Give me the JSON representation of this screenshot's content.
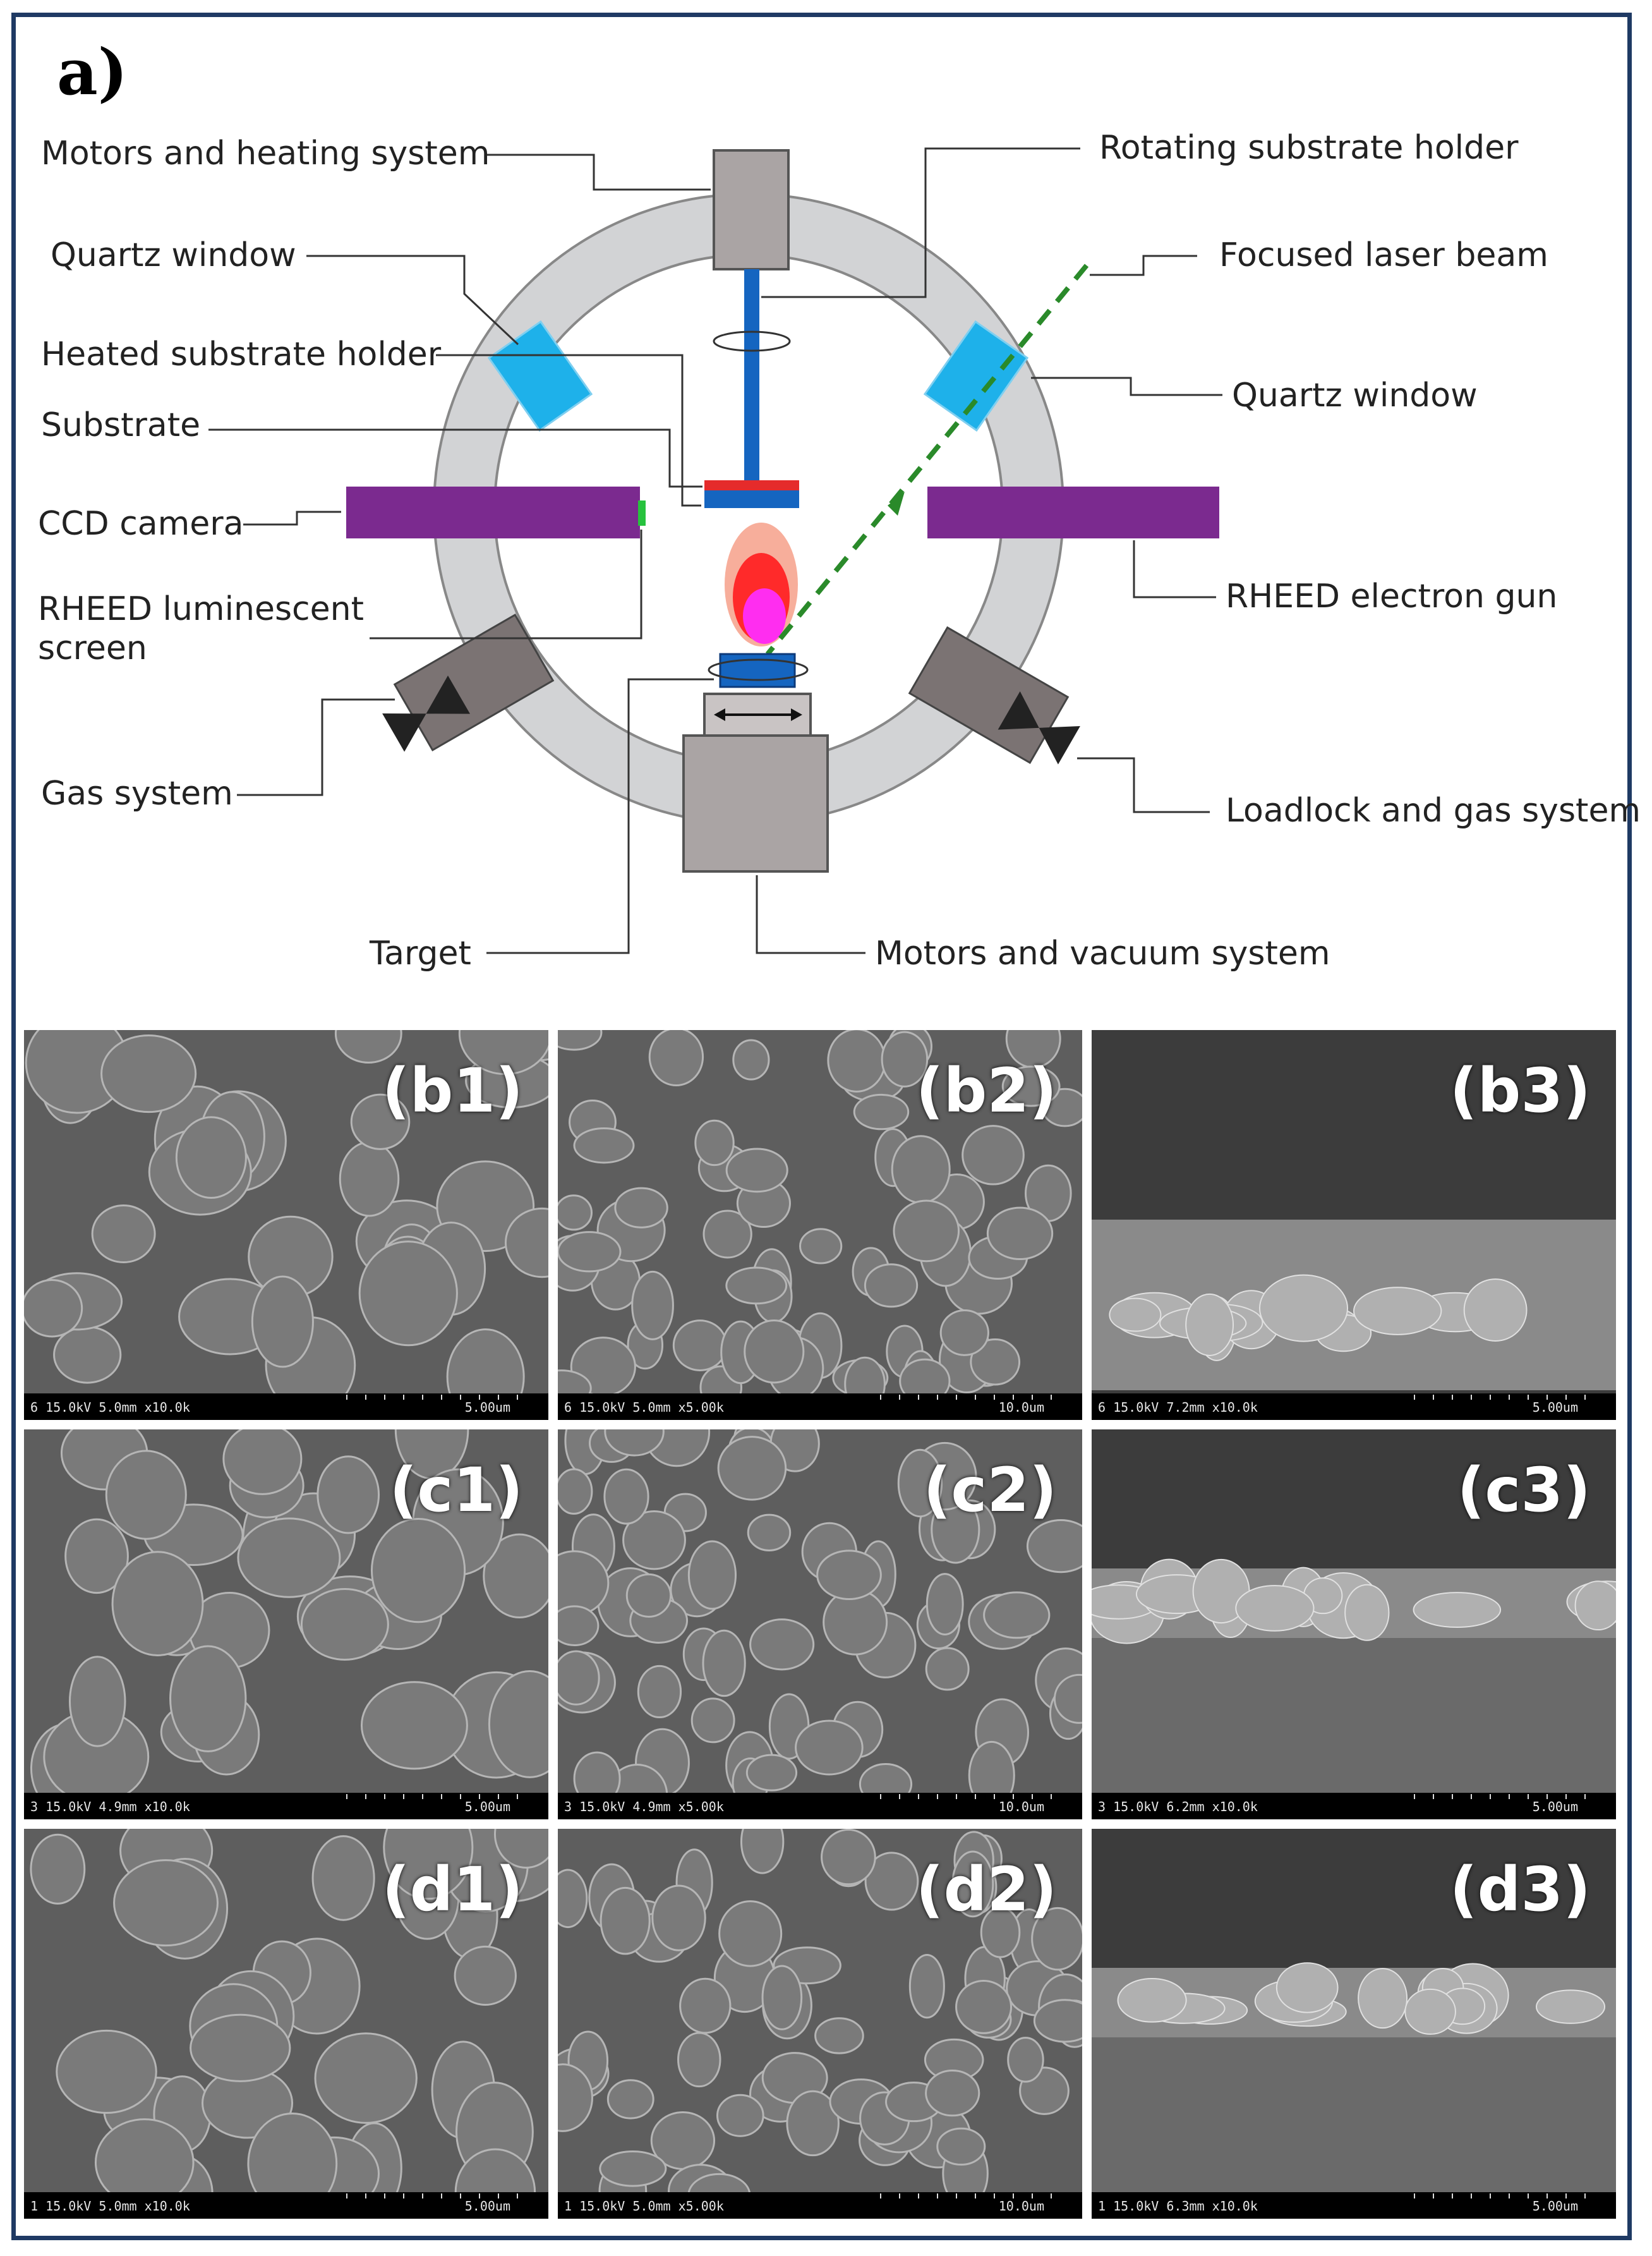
{
  "panel_a": {
    "label": "a)",
    "labels": {
      "motors_heating": "Motors and heating system",
      "quartz_window_left": "Quartz window",
      "heated_substrate_holder": "Heated substrate holder",
      "substrate": "Substrate",
      "ccd_camera": "CCD camera",
      "rheed_screen": "RHEED luminescent screen",
      "gas_system": "Gas system",
      "target": "Target",
      "motors_vacuum": "Motors and vacuum system",
      "rotating_holder": "Rotating substrate holder",
      "focused_laser": "Focused laser beam",
      "quartz_window_right": "Quartz window",
      "rheed_gun": "RHEED electron gun",
      "loadlock_gas": "Loadlock and gas system"
    },
    "colors": {
      "chamber_ring": "#d2d3d5",
      "quartz": "#1eb1ea",
      "holder": "#1565c0",
      "substrate_red": "#e52b2b",
      "rheed": "#7b2a8f",
      "laser": "#2a8a2a",
      "block": "#a8a3a3"
    }
  },
  "sem_panels": [
    {
      "label": "(b1)",
      "info": "6 15.0kV 5.0mm x10.0k",
      "scale": "5.00um"
    },
    {
      "label": "(b2)",
      "info": "6 15.0kV 5.0mm x5.00k",
      "scale": "10.0um"
    },
    {
      "label": "(b3)",
      "info": "6 15.0kV 7.2mm x10.0k",
      "scale": "5.00um"
    },
    {
      "label": "(c1)",
      "info": "3 15.0kV 4.9mm x10.0k",
      "scale": "5.00um"
    },
    {
      "label": "(c2)",
      "info": "3 15.0kV 4.9mm x5.00k",
      "scale": "10.0um"
    },
    {
      "label": "(c3)",
      "info": "3 15.0kV 6.2mm x10.0k",
      "scale": "5.00um"
    },
    {
      "label": "(d1)",
      "info": "1 15.0kV 5.0mm x10.0k",
      "scale": "5.00um"
    },
    {
      "label": "(d2)",
      "info": "1 15.0kV 5.0mm x5.00k",
      "scale": "10.0um"
    },
    {
      "label": "(d3)",
      "info": "1 15.0kV 6.3mm x10.0k",
      "scale": "5.00um"
    }
  ]
}
